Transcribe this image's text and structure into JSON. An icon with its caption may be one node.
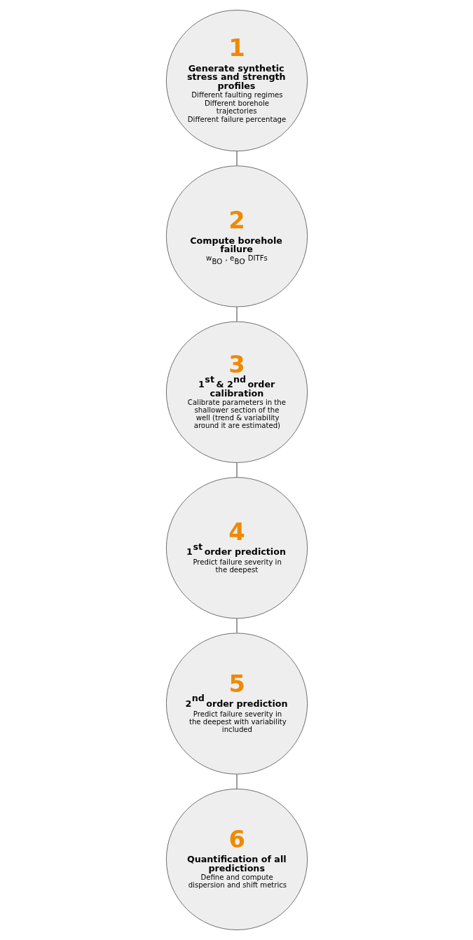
{
  "diagram": {
    "nodes": [
      {
        "text": [
          "1",
          "Generate synthetic stress and strength profiles",
          "Different faulting regimes",
          "Different borehole trajectories",
          "Different failure percentage"
        ]
      },
      {
        "text": [
          "2",
          "Compute borehole failure",
          "w$_{BO}$ , e$_{BO}$, DITFs"
        ]
      },
      {
        "text": [
          "3",
          "1$^{st}$ & 2$^{nd}$ order calibration",
          "Calibrate parameters in the shallower section of the well (trend & variability around it are estimated)"
        ]
      },
      {
        "text": [
          "4",
          "1$^{st}$ order prediction",
          "Predict failure severity in the deepest"
        ]
      },
      {
        "text": [
          "5",
          "2$^{nd}$ order prediction",
          "Predict failure severity in the deepest with variability included"
        ]
      },
      {
        "text": [
          "6",
          "Quantification of all predictions",
          "Define and compute dispersion and shift metrics"
        ]
      }
    ],
    "edges": [
      {
        "from": 0,
        "to": 1,
        "arrow": "none"
      },
      {
        "from": 1,
        "to": 2,
        "arrow": "none"
      },
      {
        "from": 2,
        "to": 3,
        "arrow": "none"
      },
      {
        "from": 3,
        "to": 4,
        "arrow": "none"
      },
      {
        "from": 4,
        "to": 5,
        "arrow": "none"
      }
    ]
  }
}
